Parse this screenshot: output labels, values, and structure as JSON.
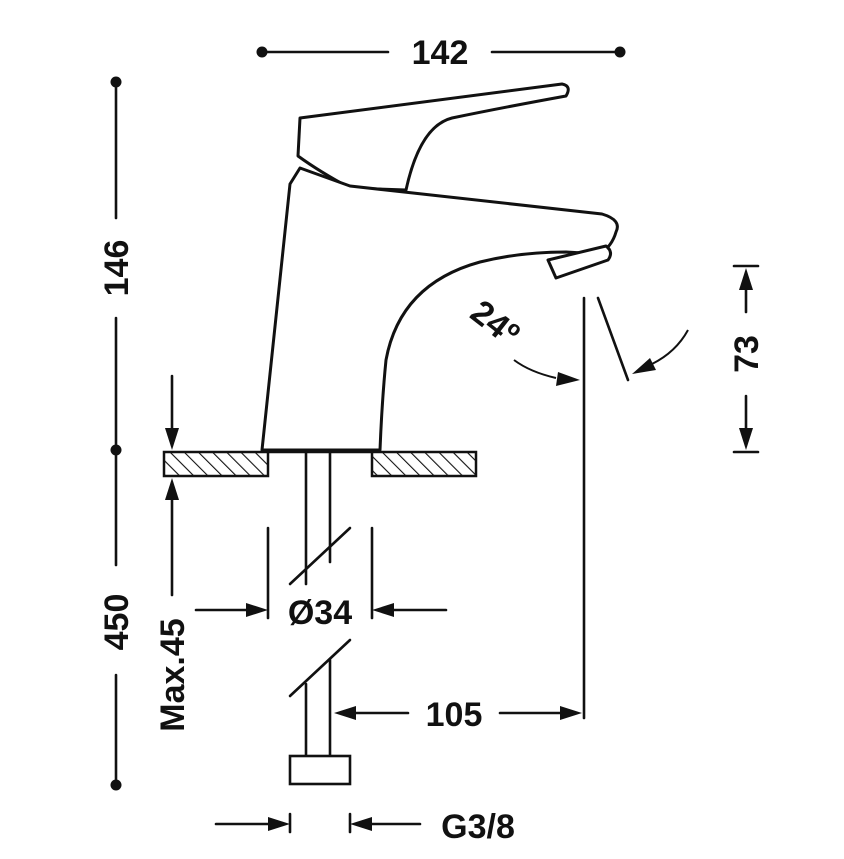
{
  "diagram": {
    "dimensions": {
      "width_top": "142",
      "height_total": "146",
      "spout_height": "73",
      "angle": "24º",
      "hole_diameter": "Ø34",
      "counter_thickness": "Max.45",
      "hose_length": "450",
      "spout_reach": "105",
      "connection_thread": "G3/8"
    },
    "colors": {
      "line": "#111111",
      "background": "#ffffff"
    }
  }
}
